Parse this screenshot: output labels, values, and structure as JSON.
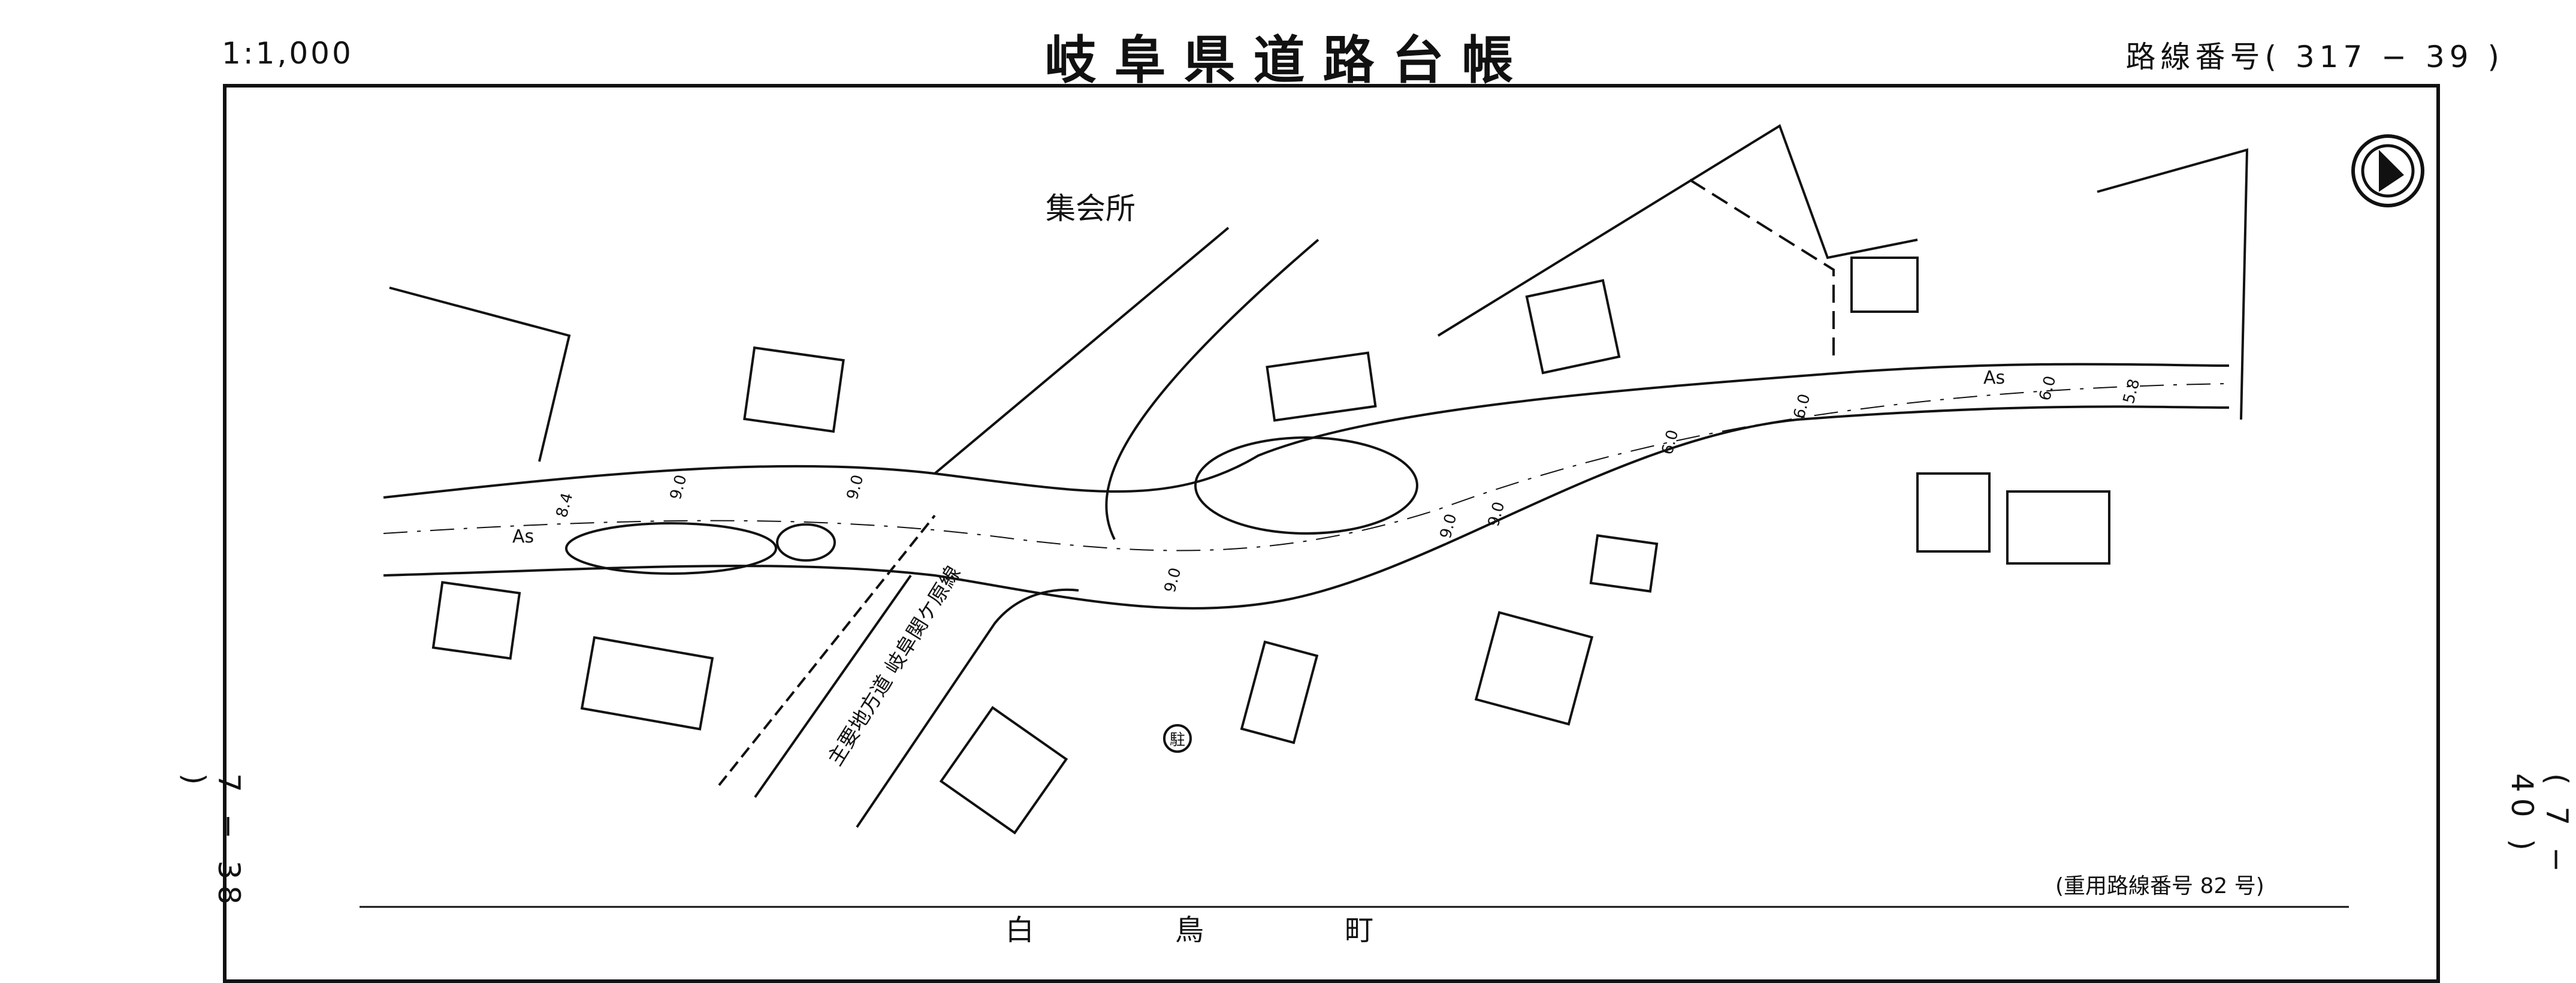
{
  "header": {
    "scale": "1:1,000",
    "title": "岐阜県道路台帳",
    "route_number": "路線番号( 317 − 39 )"
  },
  "adjacent_sheets": {
    "left": "7 − 38 )",
    "right": "( 7 − 40 )"
  },
  "map": {
    "building_label": "集会所",
    "road_name": "主要地方道 岐阜関ケ原線",
    "surface_labels": [
      "As",
      "As"
    ],
    "widths": [
      "8.4",
      "9.0",
      "9.0",
      "9.0",
      "9.0",
      "6.0",
      "6.0",
      "6.0",
      "5.8",
      "9.0"
    ],
    "parking_symbol": "駐",
    "shared_route": "(重用路線番号 82 号)",
    "town_name": "白 鳥 町"
  },
  "colors": {
    "ink": "#111111",
    "paper": "#ffffff"
  }
}
